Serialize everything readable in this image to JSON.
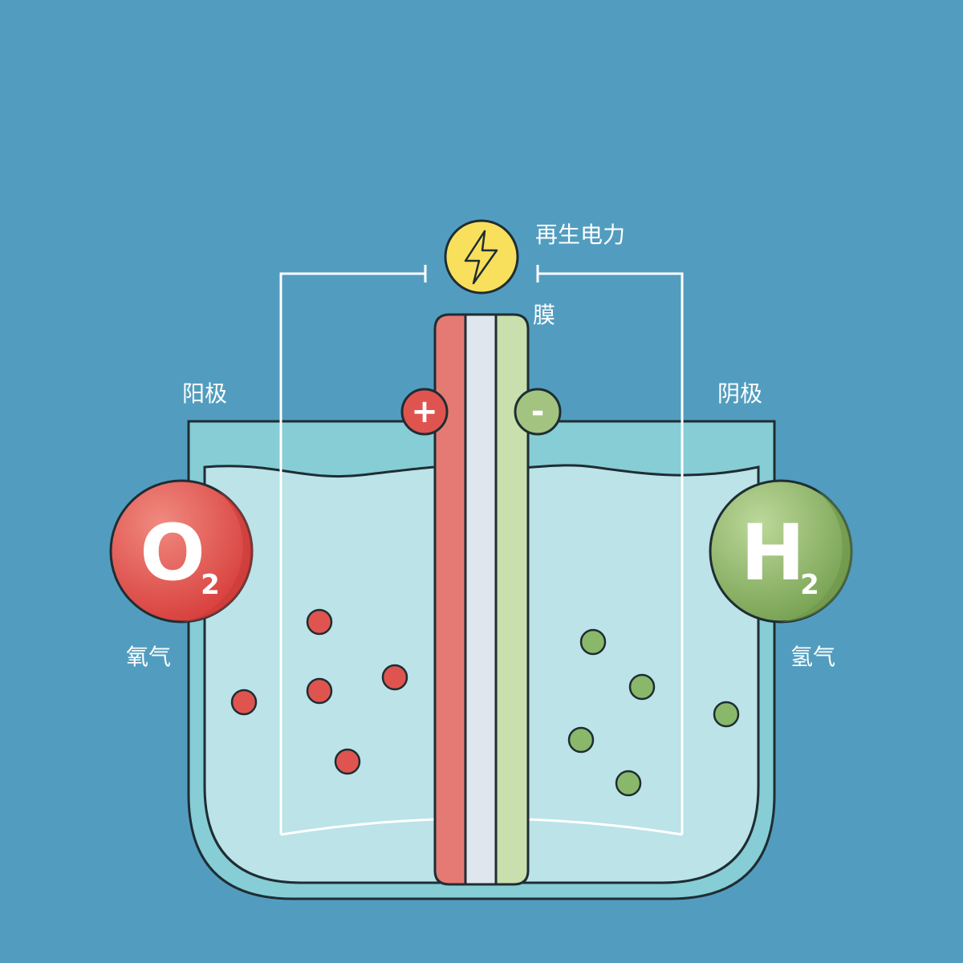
{
  "labels": {
    "power": "再生电力",
    "membrane": "膜",
    "anode": "阳极",
    "cathode": "阴极",
    "oxygen": "氧气",
    "hydrogen": "氢气"
  },
  "molecules": {
    "oxygen": {
      "letter": "O",
      "subscript": "2"
    },
    "hydrogen": {
      "letter": "H",
      "subscript": "2"
    }
  },
  "electrodes": {
    "positive_sign": "+",
    "negative_sign": "-"
  },
  "colors": {
    "background": "#529dbf",
    "tank_outer": "#86cdd6",
    "water": "#bbe3e8",
    "anode": "#e57a74",
    "membrane": "#dfe6ee",
    "cathode": "#c9dfad",
    "oxygen": "#d9423f",
    "hydrogen": "#8ab86a",
    "power": "#f8e05c"
  },
  "icons": {
    "power": "lightning-bolt-icon"
  }
}
